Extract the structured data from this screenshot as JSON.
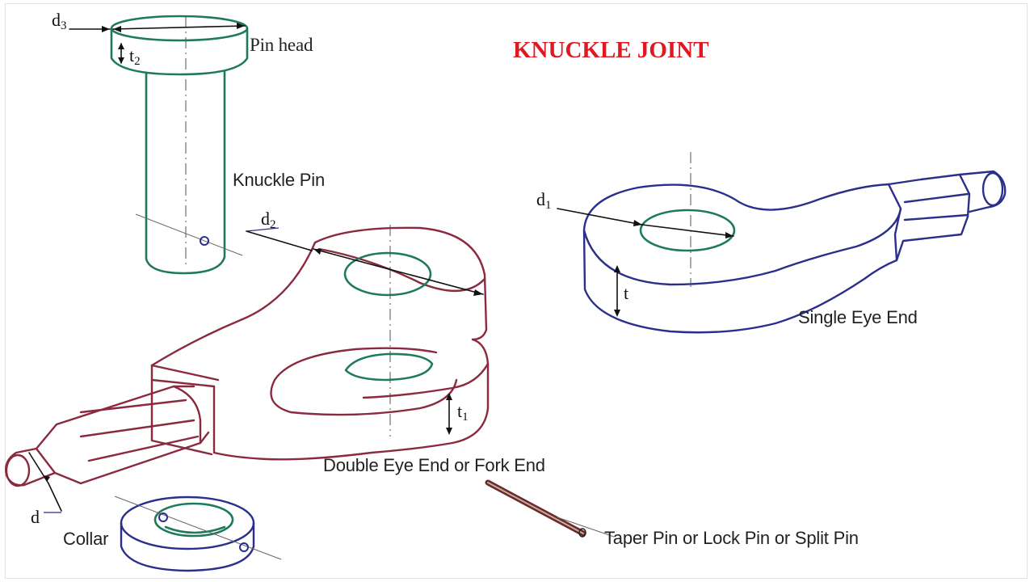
{
  "title": "KNUCKLE JOINT",
  "colors": {
    "title": "#e0181f",
    "fork_end": "#8b2a3f",
    "pin_and_holes": "#1f7a5c",
    "single_eye_and_collar": "#2b2f8c",
    "dimension_lines": "#111111"
  },
  "labels": {
    "pin_head": "Pin head",
    "knuckle_pin": "Knuckle Pin",
    "single_eye_end": "Single Eye End",
    "double_eye_end": "Double Eye End or Fork End",
    "collar": "Collar",
    "taper_pin": "Taper Pin or Lock Pin or Split Pin"
  },
  "dimensions": {
    "d3": {
      "base": "d",
      "sub": "3"
    },
    "t2": {
      "base": "t",
      "sub": "2"
    },
    "d2": {
      "base": "d",
      "sub": "2"
    },
    "d1": {
      "base": "d",
      "sub": "1"
    },
    "t": {
      "base": "t",
      "sub": ""
    },
    "t1": {
      "base": "t",
      "sub": "1"
    },
    "d": {
      "base": "d",
      "sub": ""
    }
  }
}
